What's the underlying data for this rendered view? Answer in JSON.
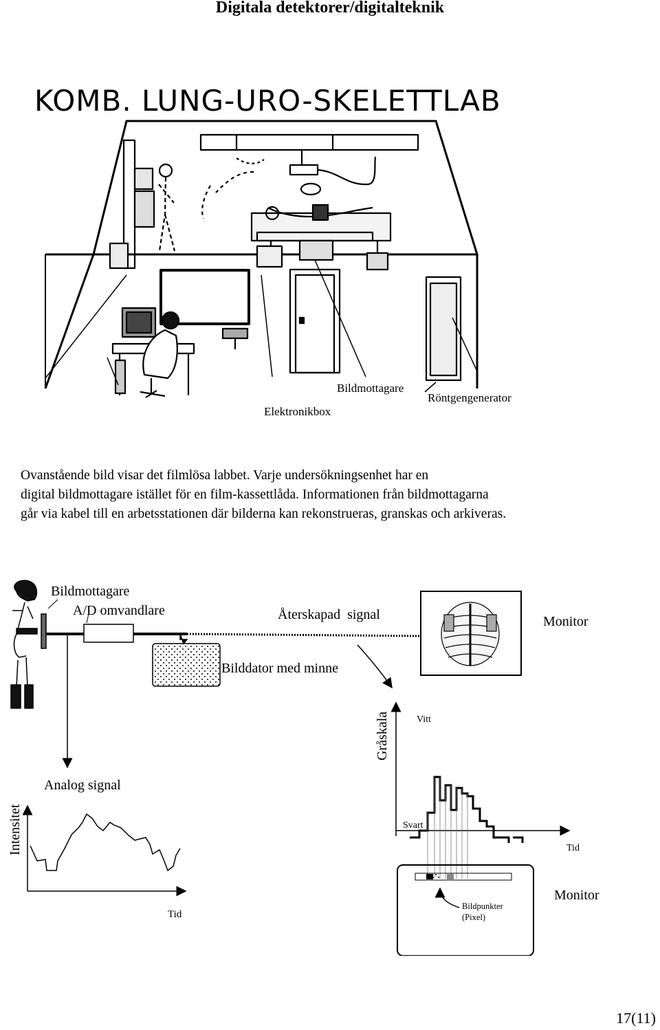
{
  "page": {
    "title": "Digitala detektorer/digitalteknik",
    "page_number": "17(11)"
  },
  "lab_figure": {
    "sign": "KOMB. LUNG-URO-SKELETTLAB",
    "labels": {
      "bildmottagare": "Bildmottagare",
      "rontgengenerator": "Röntgengenerator",
      "elektronikbox": "Elektronikbox"
    }
  },
  "caption": {
    "lines": [
      "Ovanstående bild visar det filmlösa labbet. Varje undersökningsenhet har en",
      "digital bildmottagare istället för en film-kassettlåda. Informationen från bildmottagarna",
      "går via kabel till en arbetsstationen där bilderna kan rekonstrueras, granskas och arkiveras."
    ]
  },
  "signal_diagram": {
    "labels": {
      "bildmottagare": "Bildmottagare",
      "ad_omvandlare": "A/D omvandlare",
      "aterskapad_signal": "Återskapad  signal",
      "monitor_top": "Monitor",
      "bilddator": "Bilddator med minne",
      "graskala": "Gråskala",
      "vitt": "Vitt",
      "svart": "Svart",
      "tid_right": "Tid",
      "analog_signal": "Analog signal",
      "intensitet": "Intensitet",
      "tid_left": "Tid",
      "monitor_bottom": "Monitor",
      "bildpunkter": "Bildpunkter",
      "pixel": "(Pixel)"
    }
  }
}
